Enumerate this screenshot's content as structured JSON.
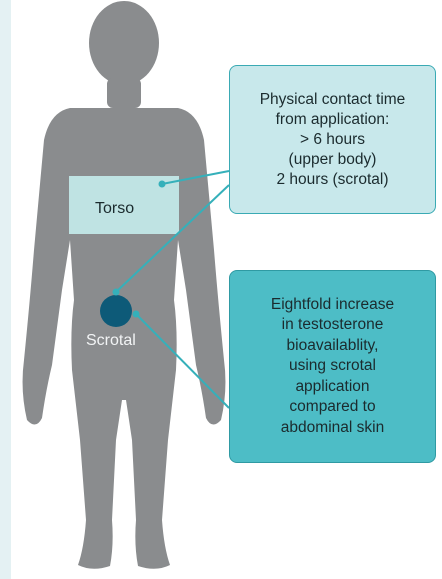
{
  "regions": {
    "torso_label": "Torso",
    "scrotal_label": "Scrotal"
  },
  "callouts": {
    "contact_time": "Physical contact time\nfrom application:\n> 6 hours\n(upper body)\n2 hours (scrotal)",
    "bioavailability": "Eightfold increase\nin testosterone\nbioavailablity,\nusing scrotal\napplication\ncompared to\nabdominal skin"
  },
  "colors": {
    "body_silhouette": "#8a8c8e",
    "torso_patch": "#bfe3e3",
    "scrotal_dot": "#0d5a78",
    "connector_line": "#35b0ba",
    "callout_light_fill": "#c8e8eb",
    "callout_dark_fill": "#4dbdc6",
    "background_strip": "#e4f1f3"
  }
}
